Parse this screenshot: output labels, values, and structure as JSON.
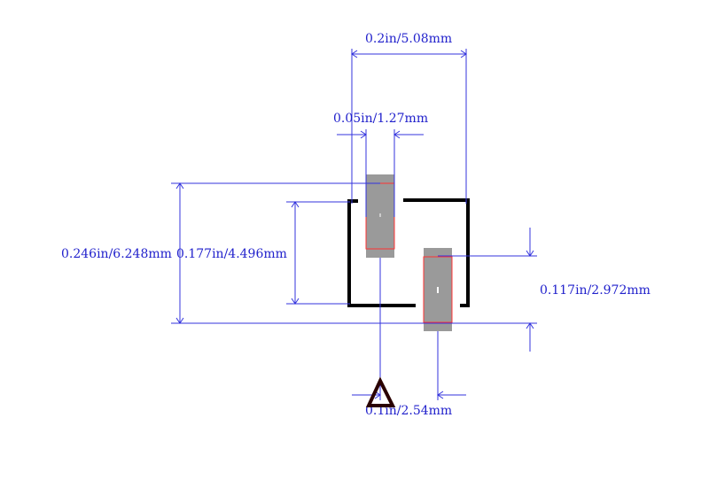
{
  "dimensions": {
    "overall_width": "0.2in/5.08mm",
    "pad_width": "0.05in/1.27mm",
    "overall_height": "0.246in/6.248mm",
    "body_height": "0.177in/4.496mm",
    "pad_offset": "0.117in/2.972mm",
    "pad_pitch": "0.1in/2.54mm"
  },
  "colors": {
    "dimension": "#3333dd",
    "outline": "#000000",
    "pad": "#9a9a9a",
    "pad_outline": "#ff3333",
    "pin1_marker": "#2a0000"
  },
  "icons": {
    "pin1": "triangle-outline-icon"
  }
}
